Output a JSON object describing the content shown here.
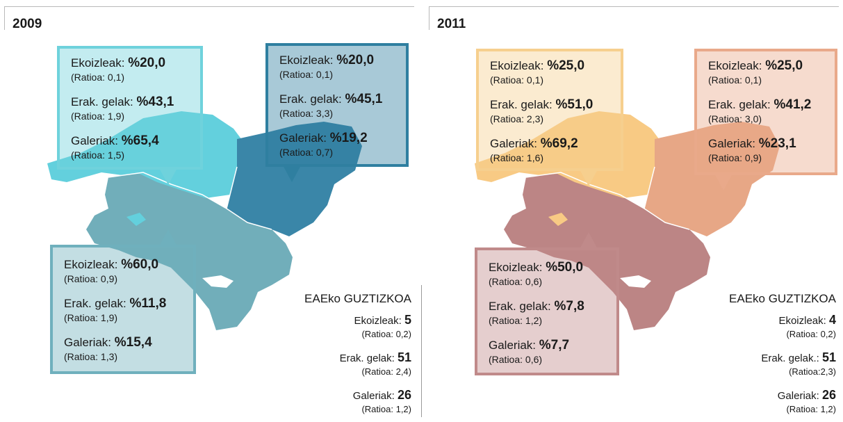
{
  "panels": [
    {
      "year": "2009",
      "colors": {
        "region_a": "#63d0dd",
        "region_b": "#3a86a8",
        "region_c": "#71aeba",
        "bubble_a_border": "#6fd2dc",
        "bubble_b_border": "#2f7fa0",
        "bubble_c_border": "#6fb0bd"
      },
      "bubbles": [
        {
          "label": "Ekoizleak:",
          "value": "%20,0",
          "ratio": "(Ratioa: 0,1)",
          "label2": "Erak. gelak:",
          "value2": "%43,1",
          "ratio2": "(Ratioa: 1,9)",
          "label3": "Galeriak:",
          "value3": "%65,4",
          "ratio3": "(Ratioa: 1,5)"
        },
        {
          "label": "Ekoizleak:",
          "value": "%20,0",
          "ratio": "(Ratioa: 0,1)",
          "label2": "Erak. gelak:",
          "value2": "%45,1",
          "ratio2": "(Ratioa: 3,3)",
          "label3": "Galeriak:",
          "value3": "%19,2",
          "ratio3": "(Ratioa: 0,7)"
        },
        {
          "label": "Ekoizleak:",
          "value": "%60,0",
          "ratio": "(Ratioa: 0,9)",
          "label2": "Erak. gelak:",
          "value2": "%11,8",
          "ratio2": "(Ratioa: 1,9)",
          "label3": "Galeriak:",
          "value3": "%15,4",
          "ratio3": "(Ratioa: 1,3)"
        }
      ],
      "summary": {
        "title": "EAEko GUZTIZKOA",
        "items": [
          {
            "label": "Ekoizleak:",
            "value": "5",
            "ratio": "(Ratioa: 0,2)"
          },
          {
            "label": "Erak. gelak:",
            "value": "51",
            "ratio": "(Ratioa: 2,4)"
          },
          {
            "label": "Galeriak:",
            "value": "26",
            "ratio": "(Ratioa: 1,2)"
          }
        ]
      }
    },
    {
      "year": "2011",
      "colors": {
        "region_a": "#f8ca84",
        "region_b": "#e7a786",
        "region_c": "#bc8585",
        "bubble_a_border": "#f6cf8e",
        "bubble_b_border": "#e9a98a",
        "bubble_c_border": "#c08a8a"
      },
      "bubbles": [
        {
          "label": "Ekoizleak:",
          "value": "%25,0",
          "ratio": "(Ratioa: 0,1)",
          "label2": "Erak. gelak:",
          "value2": "%51,0",
          "ratio2": "(Ratioa: 2,3)",
          "label3": "Galeriak:",
          "value3": "%69,2",
          "ratio3": "(Ratioa: 1,6)"
        },
        {
          "label": "Ekoizleak:",
          "value": "%25,0",
          "ratio": "(Ratioa: 0,1)",
          "label2": "Erak. gelak:",
          "value2": "%41,2",
          "ratio2": "(Ratioa: 3,0)",
          "label3": "Galeriak:",
          "value3": "%23,1",
          "ratio3": "(Ratioa: 0,9)"
        },
        {
          "label": "Ekoizleak:",
          "value": "%50,0",
          "ratio": "(Ratioa: 0,6)",
          "label2": "Erak. gelak:",
          "value2": "%7,8",
          "ratio2": "(Ratioa: 1,2)",
          "label3": "Galeriak:",
          "value3": "%7,7",
          "ratio3": "(Ratioa: 0,6)"
        }
      ],
      "summary": {
        "title": "EAEko GUZTIZKOA",
        "items": [
          {
            "label": "Ekoizleak:",
            "value": "4",
            "ratio": "(Ratioa: 0,2)"
          },
          {
            "label": "Erak. gelak.:",
            "value": "51",
            "ratio": "(Ratioa:2,3)"
          },
          {
            "label": "Galeriak:",
            "value": "26",
            "ratio": "(Ratioa: 1,2)"
          }
        ]
      }
    }
  ]
}
